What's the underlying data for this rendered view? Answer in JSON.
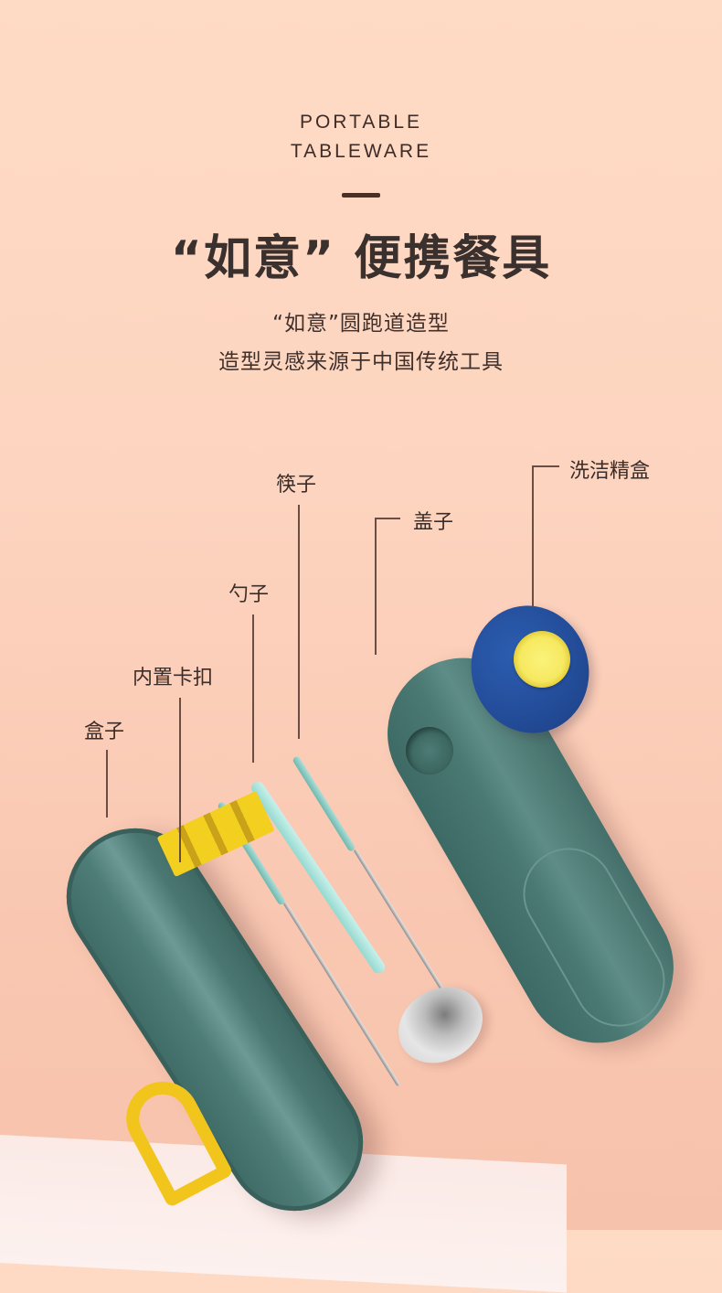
{
  "header": {
    "en_title_line1": "PORTABLE",
    "en_title_line2": "TABLEWARE",
    "zh_title": "“如意” 便携餐具",
    "subtitle_line1": "“如意”圆跑道造型",
    "subtitle_line2": "造型灵感来源于中国传统工具"
  },
  "labels": {
    "chopsticks": "筷子",
    "lid": "盖子",
    "detergent_box": "洗洁精盒",
    "spoon": "勺子",
    "built_in_clip": "内置卡扣",
    "box": "盒子"
  },
  "colors": {
    "background": "#fdd4bf",
    "text": "#3a2c28",
    "case_green": "#4e7c77",
    "clip_yellow": "#f3cf1f",
    "detergent_blue": "#234c98",
    "handle_mint": "#a9ddd7"
  }
}
